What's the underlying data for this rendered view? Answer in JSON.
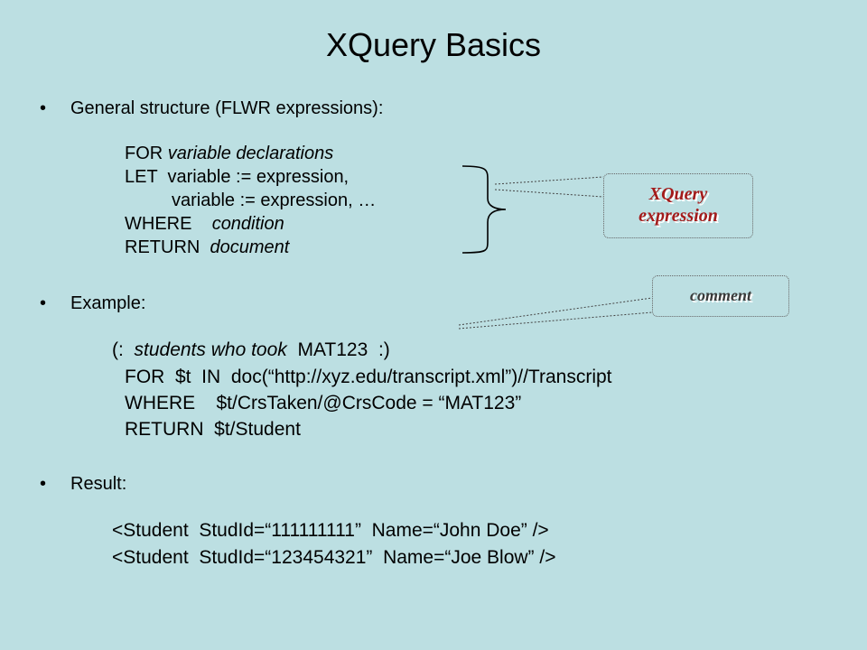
{
  "slide": {
    "title": "XQuery Basics",
    "bullets": [
      "General structure (FLWR expressions):",
      "Example:",
      "Result:"
    ],
    "structure": {
      "for_kw": "FOR",
      "for_text": "variable declarations",
      "let_kw": "LET",
      "let_text": "variable := expression,",
      "let_cont": "variable := expression, …",
      "where_kw": "WHERE",
      "where_text": "condition",
      "return_kw": "RETURN",
      "return_text": "document"
    },
    "example": {
      "comment_open": "(:",
      "comment_text": "students who took",
      "comment_code": "MAT123",
      "comment_close": ":)",
      "line_for": "FOR  $t  IN  doc(“http://xyz.edu/transcript.xml”)//Transcript",
      "line_where": "WHERE    $t/CrsTaken/@CrsCode = “MAT123”",
      "line_return": "RETURN  $t/Student"
    },
    "result": {
      "line1": "<Student  StudId=“111111111”  Name=“John Doe” />",
      "line2": "<Student  StudId=“123454321”  Name=“Joe Blow” />"
    },
    "callouts": {
      "xquery_line1": "XQuery",
      "xquery_line2": "expression",
      "comment": "comment"
    },
    "colors": {
      "background": "#bcdfe2",
      "callout_text": "#a31b1b"
    }
  }
}
